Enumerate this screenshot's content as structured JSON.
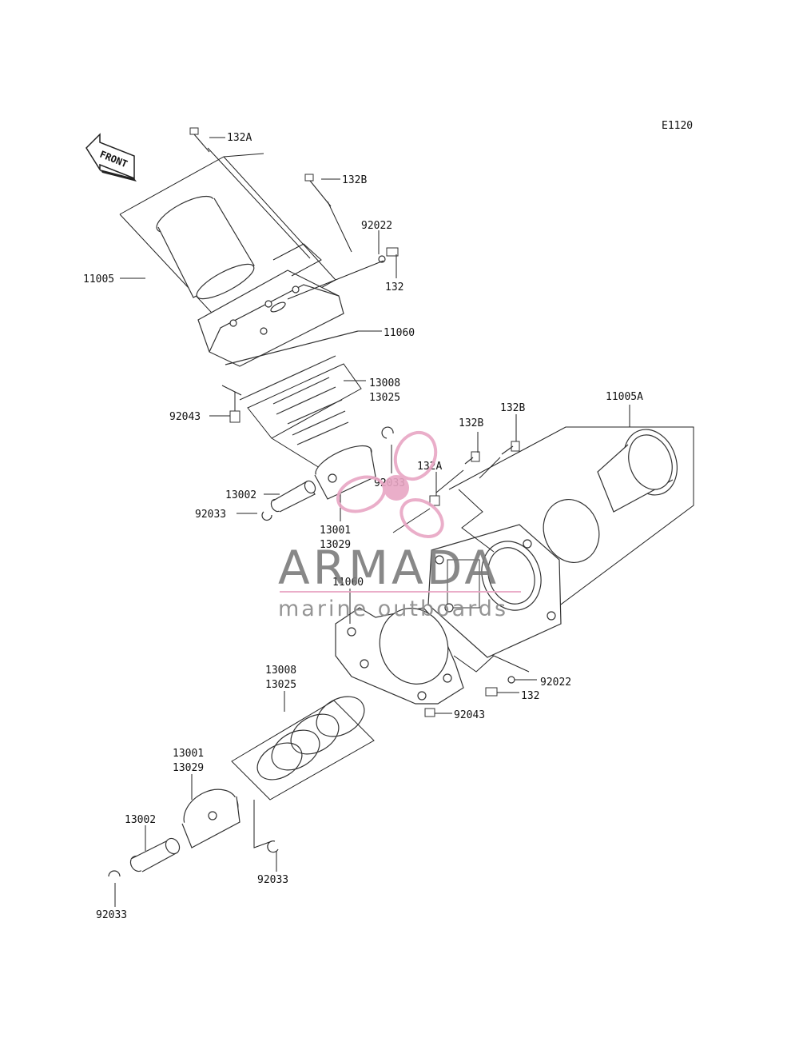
{
  "diagram_code": "E1120",
  "front_label": "FRONT",
  "watermark": {
    "brand": "ARMADA",
    "tagline": "marine outboards",
    "accent_color": "#e8a6c4"
  },
  "callouts": {
    "c132A_top": "132A",
    "c132B_top": "132B",
    "c92022_top": "92022",
    "c132_top": "132",
    "c11005": "11005",
    "c11060_top": "11060",
    "c13008_top": "13008",
    "c13025_top": "13025",
    "c92043_top": "92043",
    "c92033_top_r": "92033",
    "c13002_top": "13002",
    "c92033_top_l": "92033",
    "c13001_top": "13001",
    "c13029_top": "13029",
    "c132B_mid1": "132B",
    "c132B_mid2": "132B",
    "c132A_mid": "132A",
    "c11005A": "11005A",
    "c11060_mid": "11060",
    "c92022_mid": "92022",
    "c132_mid": "132",
    "c92043_mid": "92043",
    "c13008_bot": "13008",
    "c13025_bot": "13025",
    "c13001_bot": "13001",
    "c13029_bot": "13029",
    "c13002_bot": "13002",
    "c92033_bot_r": "92033",
    "c92033_bot_l": "92033"
  }
}
